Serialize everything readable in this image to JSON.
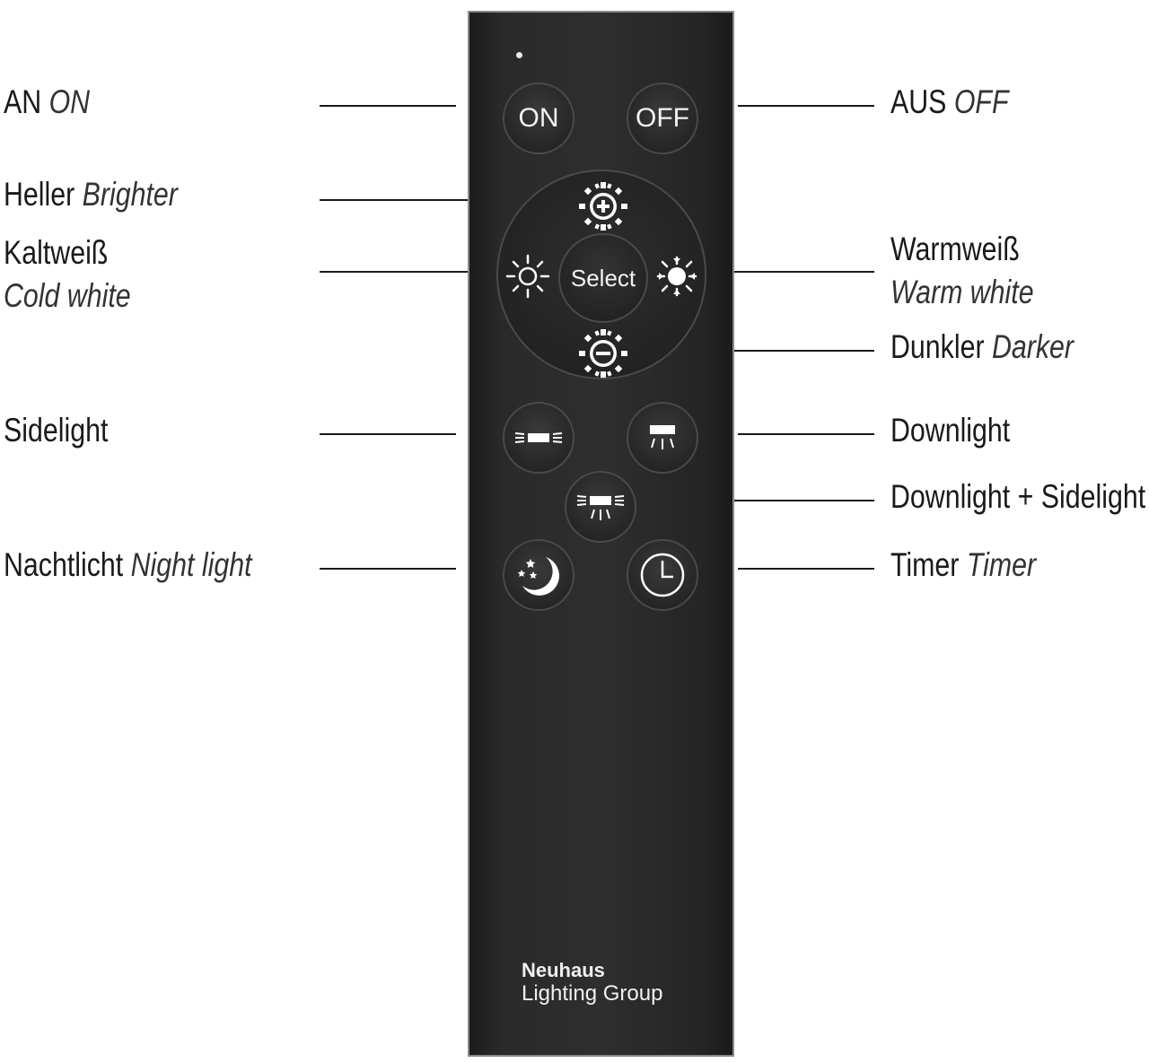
{
  "labels": {
    "on": {
      "de": "AN",
      "en": "ON"
    },
    "brighter": {
      "de": "Heller",
      "en": "Brighter"
    },
    "cold": {
      "de": "Kaltweiß",
      "en": "Cold white"
    },
    "sidelight": {
      "de": "Sidelight"
    },
    "night": {
      "de": "Nachtlicht",
      "en": "Night light"
    },
    "off": {
      "de": "AUS",
      "en": "OFF"
    },
    "warm": {
      "de": "Warmweiß",
      "en": "Warm white"
    },
    "darker": {
      "de": "Dunkler",
      "en": "Darker"
    },
    "downlight": {
      "de": "Downlight"
    },
    "combo": {
      "de": "Downlight + Sidelight"
    },
    "timer": {
      "de": "Timer",
      "en": "Timer"
    }
  },
  "remote": {
    "on_button": "ON",
    "off_button": "OFF",
    "select_button": "Select",
    "brand_name": "Neuhaus",
    "brand_sub": "Lighting Group"
  },
  "icons": [
    "brightness-up-icon",
    "cold-white-sun-icon",
    "warm-white-sun-icon",
    "brightness-down-icon",
    "sidelight-icon",
    "downlight-icon",
    "downlight-sidelight-icon",
    "night-moon-icon",
    "timer-clock-icon"
  ],
  "colors": {
    "remote_body": "#2a2a2a",
    "button_text": "#f2f2f2",
    "label_text": "#1a1a1a"
  }
}
